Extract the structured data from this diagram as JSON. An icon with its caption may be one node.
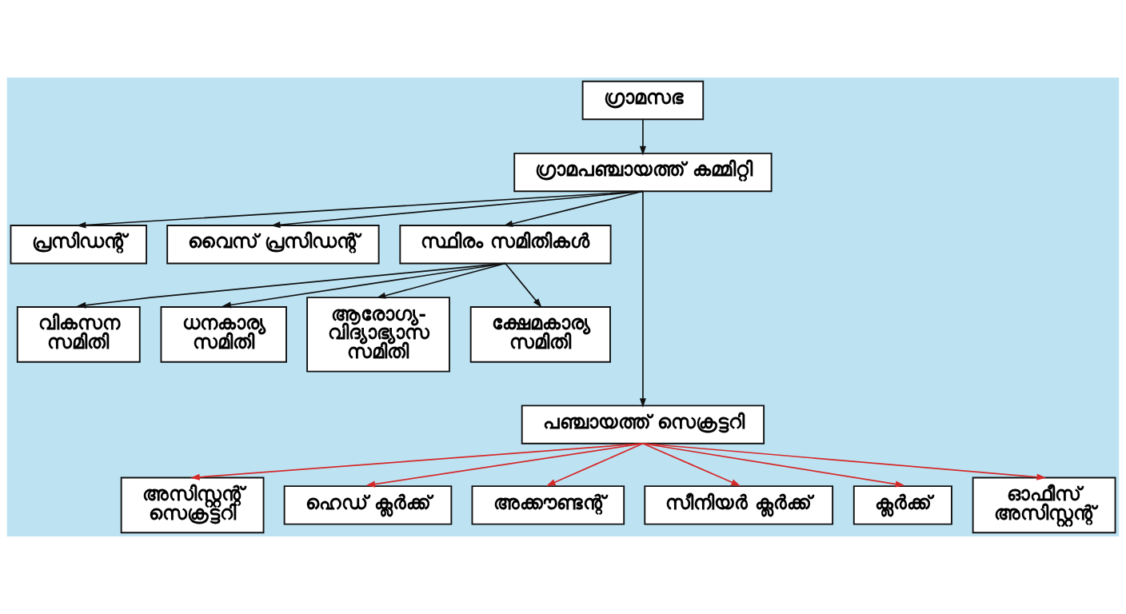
{
  "diagram": {
    "nodes": [
      {
        "text": [
          "ഗ്രാമസഭ"
        ]
      },
      {
        "text": [
          "ഗ്രാമപഞ്ചായത്ത് കമ്മിറ്റി"
        ]
      },
      {
        "text": [
          "പ്രസിഡന്റ്"
        ]
      },
      {
        "text": [
          "വൈസ് പ്രസിഡന്റ്"
        ]
      },
      {
        "text": [
          "സ്ഥിരം സമിതികൾ"
        ]
      },
      {
        "text": [
          "വികസന സമിതി"
        ]
      },
      {
        "text": [
          "ധനകാര്യ സമിതി"
        ]
      },
      {
        "text": [
          "ആരോഗ്യ- വിദ്യാഭ്യാസ സമിതി"
        ]
      },
      {
        "text": [
          "ക്ഷേമകാര്യ സമിതി"
        ]
      },
      {
        "text": [
          "പഞ്ചായത്ത് സെക്രട്ടറി"
        ]
      },
      {
        "text": [
          "അസിസ്റ്റന്റ് സെക്രട്ടറി"
        ]
      },
      {
        "text": [
          "ഹെഡ് ക്ലർക്ക്"
        ]
      },
      {
        "text": [
          "അക്കൗണ്ടന്റ്"
        ]
      },
      {
        "text": [
          "സീനിയർ ക്ലർക്ക്"
        ]
      },
      {
        "text": [
          "ക്ലർക്ക്"
        ]
      },
      {
        "text": [
          "ഓഫീസ് അസിസ്റ്റന്റ്"
        ]
      }
    ],
    "edges": [
      {
        "from": 0,
        "to": 1,
        "arrow": "to"
      },
      {
        "from": 1,
        "to": 2,
        "arrow": "to"
      },
      {
        "from": 1,
        "to": 3,
        "arrow": "to"
      },
      {
        "from": 1,
        "to": 4,
        "arrow": "to"
      },
      {
        "from": 1,
        "to": 9,
        "arrow": "to"
      },
      {
        "from": 4,
        "to": 5,
        "arrow": "to"
      },
      {
        "from": 4,
        "to": 6,
        "arrow": "to"
      },
      {
        "from": 4,
        "to": 7,
        "arrow": "to"
      },
      {
        "from": 4,
        "to": 8,
        "arrow": "to"
      },
      {
        "from": 9,
        "to": 10,
        "arrow": "to",
        "color": "#d42a2a"
      },
      {
        "from": 9,
        "to": 11,
        "arrow": "to",
        "color": "#d42a2a"
      },
      {
        "from": 9,
        "to": 12,
        "arrow": "to",
        "color": "#d42a2a"
      },
      {
        "from": 9,
        "to": 13,
        "arrow": "to",
        "color": "#d42a2a"
      },
      {
        "from": 9,
        "to": 14,
        "arrow": "to",
        "color": "#d42a2a"
      },
      {
        "from": 9,
        "to": 15,
        "arrow": "to",
        "color": "#d42a2a"
      }
    ]
  }
}
